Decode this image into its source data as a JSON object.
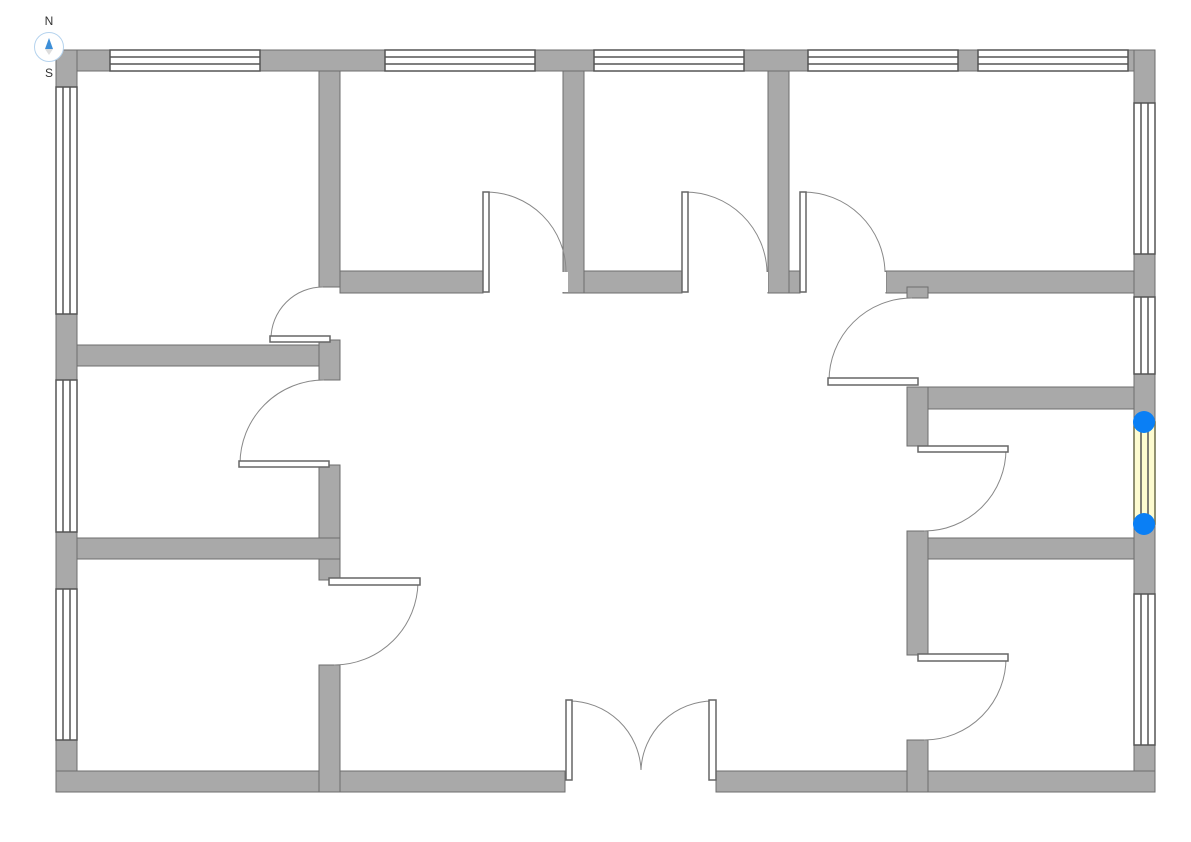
{
  "compass": {
    "north_label": "N",
    "south_label": "S"
  },
  "colors": {
    "wall": "#a9a9a9",
    "wall_outline": "#6d6d6d",
    "selection_handle": "#0a7ff5",
    "selected_window": "#fdfbd0"
  },
  "selection": {
    "type": "window",
    "handles": 2
  }
}
